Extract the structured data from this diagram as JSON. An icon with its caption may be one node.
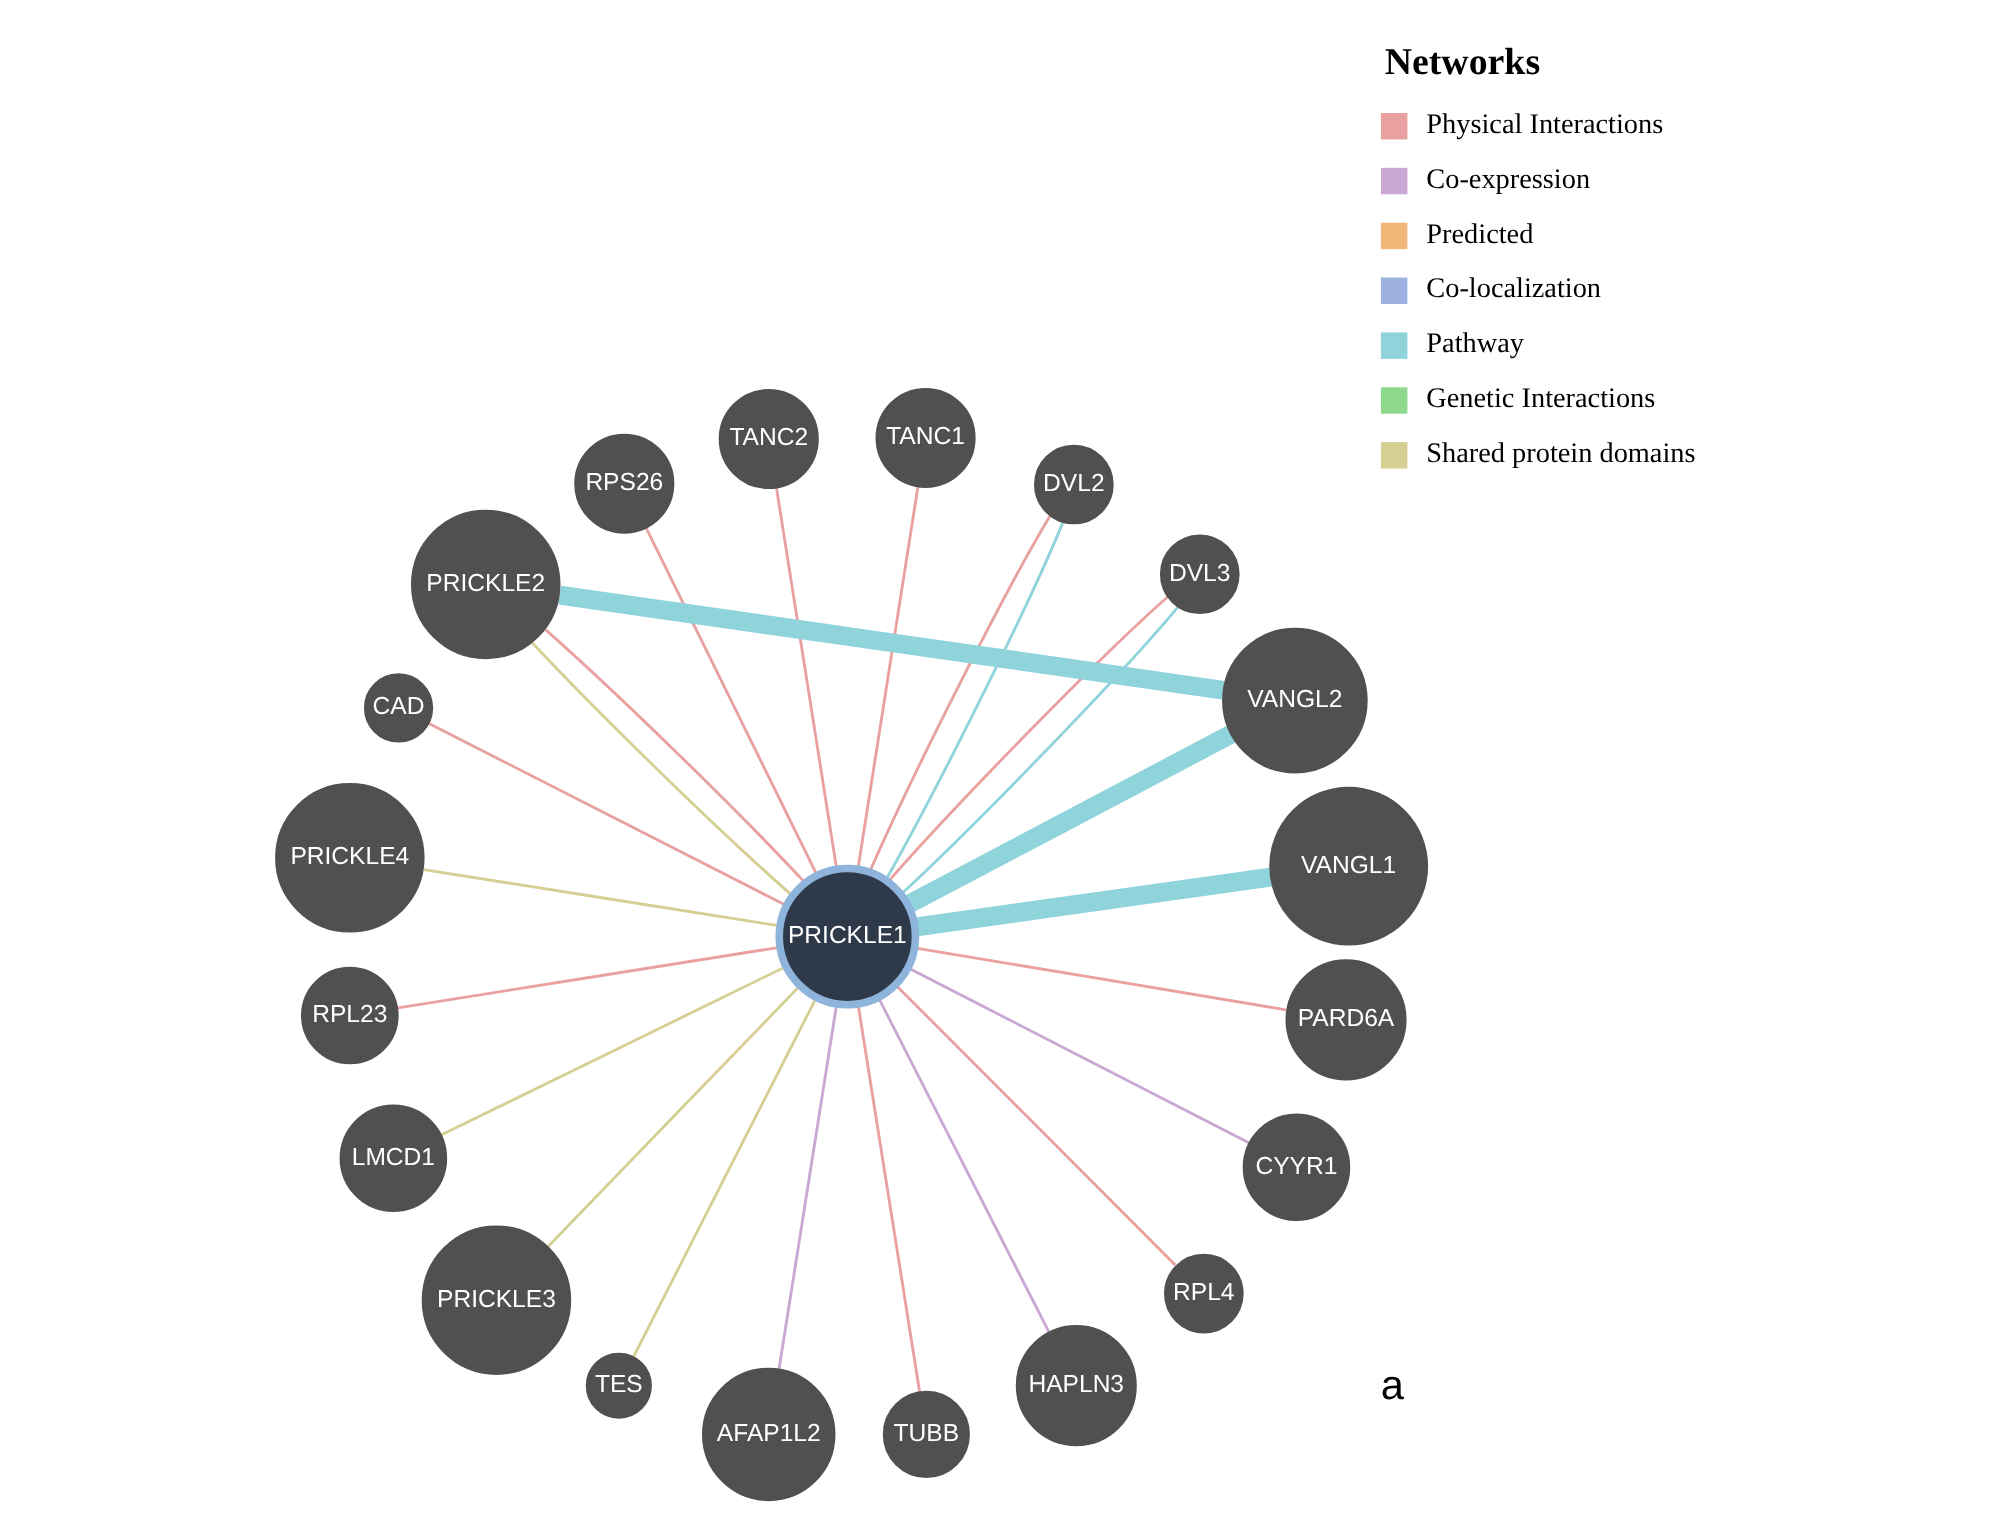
{
  "diagram": {
    "nodes": [
      {
        "text": [
          "PRICKLE1"
        ]
      },
      {
        "text": [
          "VANGL1"
        ]
      },
      {
        "text": [
          "VANGL2"
        ]
      },
      {
        "text": [
          "DVL3"
        ]
      },
      {
        "text": [
          "DVL2"
        ]
      },
      {
        "text": [
          "TANC1"
        ]
      },
      {
        "text": [
          "TANC2"
        ]
      },
      {
        "text": [
          "RPS26"
        ]
      },
      {
        "text": [
          "PRICKLE2"
        ]
      },
      {
        "text": [
          "CAD"
        ]
      },
      {
        "text": [
          "PRICKLE4"
        ]
      },
      {
        "text": [
          "RPL23"
        ]
      },
      {
        "text": [
          "LMCD1"
        ]
      },
      {
        "text": [
          "PRICKLE3"
        ]
      },
      {
        "text": [
          "TES"
        ]
      },
      {
        "text": [
          "AFAP1L2"
        ]
      },
      {
        "text": [
          "TUBB"
        ]
      },
      {
        "text": [
          "HAPLN3"
        ]
      },
      {
        "text": [
          "RPL4"
        ]
      },
      {
        "text": [
          "CYYR1"
        ]
      },
      {
        "text": [
          "PARD6A"
        ]
      }
    ],
    "edges": [
      {
        "from": 0,
        "to": 1,
        "arrow": "none",
        "style": "thick",
        "color": "#8fd3db"
      },
      {
        "from": 0,
        "to": 2,
        "arrow": "none",
        "style": "thick",
        "color": "#8fd3db"
      },
      {
        "from": 0,
        "to": 3,
        "arrow": "none"
      },
      {
        "from": 0,
        "to": 3,
        "arrow": "none",
        "color": "#8fd3db"
      },
      {
        "from": 0,
        "to": 4,
        "arrow": "none"
      },
      {
        "from": 0,
        "to": 4,
        "arrow": "none",
        "color": "#8fd3db"
      },
      {
        "from": 0,
        "to": 5,
        "arrow": "none"
      },
      {
        "from": 0,
        "to": 6,
        "arrow": "none"
      },
      {
        "from": 0,
        "to": 7,
        "arrow": "none"
      },
      {
        "from": 0,
        "to": 8,
        "arrow": "none",
        "color": "#d6cf94"
      },
      {
        "from": 0,
        "to": 8,
        "arrow": "none"
      },
      {
        "from": 0,
        "to": 9,
        "arrow": "none"
      },
      {
        "from": 0,
        "to": 10,
        "arrow": "none",
        "color": "#d6cf94"
      },
      {
        "from": 0,
        "to": 11,
        "arrow": "none"
      },
      {
        "from": 0,
        "to": 12,
        "arrow": "none",
        "color": "#d6cf94"
      },
      {
        "from": 0,
        "to": 13,
        "arrow": "none",
        "color": "#d6cf94"
      },
      {
        "from": 0,
        "to": 14,
        "arrow": "none",
        "color": "#d6cf94"
      },
      {
        "from": 0,
        "to": 15,
        "arrow": "none",
        "color": "#c9a8d4"
      },
      {
        "from": 0,
        "to": 16,
        "arrow": "none"
      },
      {
        "from": 0,
        "to": 17,
        "arrow": "none",
        "color": "#c9a8d4"
      },
      {
        "from": 0,
        "to": 18,
        "arrow": "none"
      },
      {
        "from": 0,
        "to": 19,
        "arrow": "none",
        "color": "#c9a8d4"
      },
      {
        "from": 0,
        "to": 20,
        "arrow": "none"
      },
      {
        "from": 2,
        "to": 8,
        "arrow": "none",
        "style": "thick",
        "color": "#8fd3db"
      }
    ],
    "labels": [
      "a",
      "Networks"
    ],
    "legend": [
      {
        "text": "Physical Interactions",
        "color": "#e8a0a0"
      },
      {
        "text": "Co-expression",
        "color": "#c9a8d4"
      },
      {
        "text": "Predicted",
        "color": "#f2b87a"
      },
      {
        "text": "Co-localization",
        "color": "#9db0e0"
      },
      {
        "text": "Pathway",
        "color": "#8fd3db"
      },
      {
        "text": "Genetic Interactions",
        "color": "#8fd98f"
      },
      {
        "text": "Shared protein domains",
        "color": "#d6cf94"
      }
    ]
  }
}
